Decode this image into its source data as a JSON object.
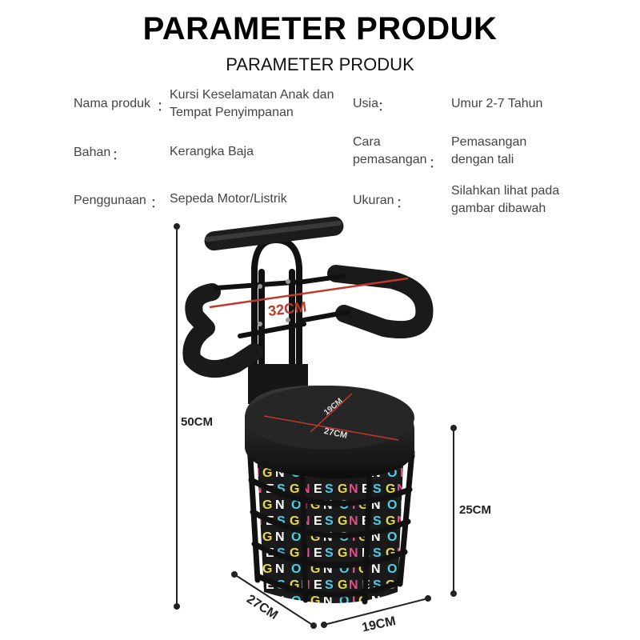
{
  "heading": {
    "title": "PARAMETER PRODUK",
    "subtitle": "PARAMETER PRODUK"
  },
  "specs": [
    {
      "label": "Nama produk",
      "colon": "：",
      "value": "Kursi Keselamatan Anak dan Tempat Penyimpanan"
    },
    {
      "label": "Bahan",
      "colon": "：",
      "value": "Kerangka Baja"
    },
    {
      "label": "Penggunaan",
      "colon": "：",
      "value": "Sepeda Motor/Listrik"
    },
    {
      "label": "Usia",
      "colon": "：",
      "value": "Umur 2-7 Tahun"
    },
    {
      "label": "Cara pemasangan",
      "colon": "：",
      "value": "Pemasangan dengan tali"
    },
    {
      "label": "Ukuran",
      "colon": "：",
      "value": "Silahkan lihat pada gambar dibawah"
    }
  ],
  "dimensions": {
    "width_arms": "32CM",
    "total_height": "50CM",
    "basket_height": "25CM",
    "basket_depth": "27CM",
    "basket_width": "19CM",
    "seat_width": "19CM",
    "seat_depth": "27CM"
  },
  "colors": {
    "frame": "#111111",
    "dimension_line": "#c0392b",
    "text": "#444444"
  }
}
